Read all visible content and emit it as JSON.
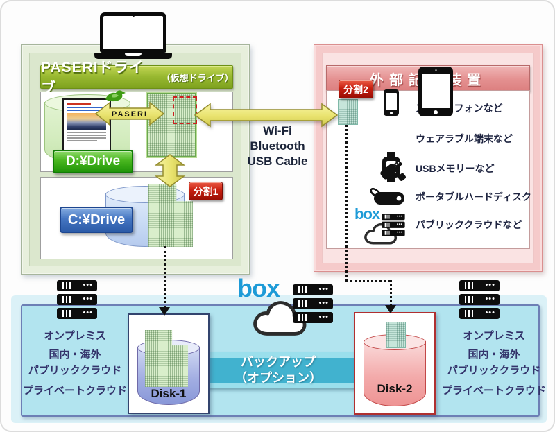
{
  "paseri_panel": {
    "header": "PASERIドライブ",
    "header_sub": "（仮想ドライブ）",
    "paseri_arrow_label": "PASERI",
    "d_drive_label": "D:¥Drive",
    "c_drive_label": "C:¥Drive",
    "split1_label": "分割1"
  },
  "connection": {
    "lines": [
      "Wi-Fi",
      "Bluetooth",
      "USB Cable"
    ]
  },
  "external_panel": {
    "header": "外部記憶装置",
    "split2_label": "分割2",
    "box_logo": "box",
    "devices": [
      "スマートフォンなど",
      "ウェアラブル端末など",
      "USBメモリーなど",
      "ポータブルハードディスク",
      "パブリッククラウドなど"
    ]
  },
  "cloud_band": {
    "box_logo": "box",
    "left_labels": [
      "オンプレミス",
      "国内・海外",
      "パブリッククラウド",
      "プライベートクラウド"
    ],
    "right_labels": [
      "オンプレミス",
      "国内・海外",
      "パブリッククラウド",
      "プライベートクラウド"
    ],
    "disk1_label": "Disk-1",
    "disk2_label": "Disk-2",
    "backup_line1": "バックアップ",
    "backup_line2": "（オプション）"
  },
  "colors": {
    "green_header": "#8fb32a",
    "pink_header": "#e49090",
    "red_badge": "#c71f10",
    "band_cyan": "#b2e4ef",
    "backup_teal": "#41b2cf",
    "box_blue": "#1e9bd7",
    "arrow_yellow": "#e9e36f",
    "d_drive_green": "#2f9913",
    "c_drive_blue": "#3a6cb8"
  }
}
